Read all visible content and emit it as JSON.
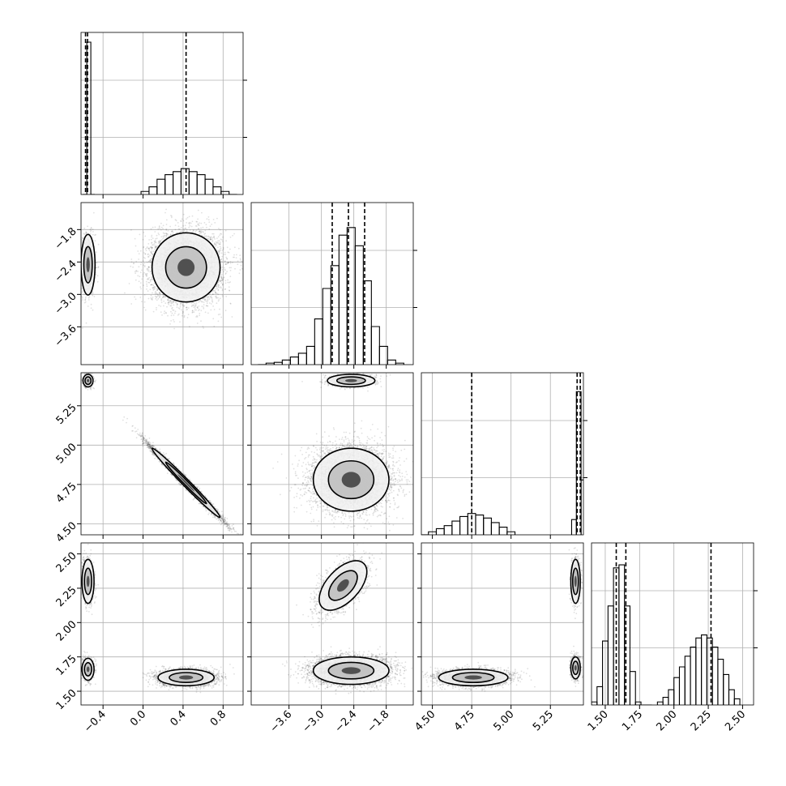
{
  "chart_data": {
    "type": "corner",
    "title": "",
    "grid": true,
    "n_params": 4,
    "colors": {
      "ink": "#000000",
      "grid": "#b0b0b0",
      "fill_light": "#f2f2f2",
      "fill_mid": "#bdbdbd",
      "fill_dark": "#3c3c3c"
    },
    "params": [
      {
        "range": [
          -0.62,
          1.0
        ],
        "ticks": [
          -0.4,
          0.0,
          0.4,
          0.8
        ],
        "tick_labels": [
          "−0.4",
          "0.0",
          "0.4",
          "0.8"
        ],
        "quantile_lines": [
          -0.575,
          -0.555,
          0.43
        ]
      },
      {
        "range": [
          -4.3,
          -1.3
        ],
        "ticks": [
          -3.6,
          -3.0,
          -2.4,
          -1.8
        ],
        "tick_labels": [
          "−3.6",
          "−3.0",
          "−2.4",
          "−1.8"
        ],
        "quantile_lines": [
          -2.8,
          -2.5,
          -2.2
        ]
      },
      {
        "range": [
          4.43,
          5.46
        ],
        "ticks": [
          4.5,
          4.75,
          5.0,
          5.25
        ],
        "tick_labels": [
          "4.50",
          "4.75",
          "5.00",
          "5.25"
        ],
        "quantile_lines": [
          4.75,
          5.42,
          5.44
        ]
      },
      {
        "range": [
          1.4,
          2.58
        ],
        "ticks": [
          1.5,
          1.75,
          2.0,
          2.25,
          2.5
        ],
        "tick_labels": [
          "1.50",
          "1.75",
          "2.00",
          "2.25",
          "2.50"
        ],
        "quantile_lines": [
          1.58,
          1.65,
          2.27
        ]
      }
    ],
    "histograms": [
      {
        "param": 0,
        "ymax": 1.0,
        "bins": [
          {
            "x": -0.582,
            "c": 0.0
          },
          {
            "x": -0.542,
            "c": 1.0
          },
          {
            "x": -0.502,
            "c": 0.0
          },
          {
            "x": 0.02,
            "c": 0.02
          },
          {
            "x": 0.1,
            "c": 0.05
          },
          {
            "x": 0.18,
            "c": 0.1
          },
          {
            "x": 0.26,
            "c": 0.13
          },
          {
            "x": 0.34,
            "c": 0.15
          },
          {
            "x": 0.42,
            "c": 0.17
          },
          {
            "x": 0.5,
            "c": 0.15
          },
          {
            "x": 0.58,
            "c": 0.13
          },
          {
            "x": 0.66,
            "c": 0.1
          },
          {
            "x": 0.74,
            "c": 0.05
          },
          {
            "x": 0.82,
            "c": 0.02
          },
          {
            "x": 0.9,
            "c": 0.0
          }
        ]
      },
      {
        "param": 1,
        "ymax": 1.0,
        "bins": [
          {
            "x": -4.1,
            "c": 0.0
          },
          {
            "x": -3.95,
            "c": 0.01
          },
          {
            "x": -3.8,
            "c": 0.015
          },
          {
            "x": -3.65,
            "c": 0.03
          },
          {
            "x": -3.5,
            "c": 0.05
          },
          {
            "x": -3.35,
            "c": 0.075
          },
          {
            "x": -3.2,
            "c": 0.12
          },
          {
            "x": -3.05,
            "c": 0.3
          },
          {
            "x": -2.9,
            "c": 0.5
          },
          {
            "x": -2.75,
            "c": 0.65
          },
          {
            "x": -2.6,
            "c": 0.85
          },
          {
            "x": -2.45,
            "c": 0.9
          },
          {
            "x": -2.3,
            "c": 0.78
          },
          {
            "x": -2.15,
            "c": 0.55
          },
          {
            "x": -2.0,
            "c": 0.25
          },
          {
            "x": -1.85,
            "c": 0.12
          },
          {
            "x": -1.7,
            "c": 0.03
          },
          {
            "x": -1.55,
            "c": 0.01
          }
        ]
      },
      {
        "param": 2,
        "ymax": 1.0,
        "bins": [
          {
            "x": 4.45,
            "c": 0.0
          },
          {
            "x": 4.5,
            "c": 0.02
          },
          {
            "x": 4.55,
            "c": 0.04
          },
          {
            "x": 4.6,
            "c": 0.06
          },
          {
            "x": 4.65,
            "c": 0.09
          },
          {
            "x": 4.7,
            "c": 0.12
          },
          {
            "x": 4.75,
            "c": 0.14
          },
          {
            "x": 4.8,
            "c": 0.13
          },
          {
            "x": 4.85,
            "c": 0.11
          },
          {
            "x": 4.9,
            "c": 0.08
          },
          {
            "x": 4.95,
            "c": 0.05
          },
          {
            "x": 5.0,
            "c": 0.02
          },
          {
            "x": 5.4,
            "c": 0.1
          },
          {
            "x": 5.43,
            "c": 0.94
          },
          {
            "x": 5.46,
            "c": 0.36
          }
        ]
      },
      {
        "param": 3,
        "ymax": 1.0,
        "bins": [
          {
            "x": 1.42,
            "c": 0.02
          },
          {
            "x": 1.46,
            "c": 0.12
          },
          {
            "x": 1.5,
            "c": 0.42
          },
          {
            "x": 1.54,
            "c": 0.65
          },
          {
            "x": 1.58,
            "c": 0.9
          },
          {
            "x": 1.62,
            "c": 0.92
          },
          {
            "x": 1.66,
            "c": 0.65
          },
          {
            "x": 1.7,
            "c": 0.22
          },
          {
            "x": 1.74,
            "c": 0.02
          },
          {
            "x": 1.78,
            "c": 0.0
          },
          {
            "x": 1.9,
            "c": 0.02
          },
          {
            "x": 1.94,
            "c": 0.05
          },
          {
            "x": 1.98,
            "c": 0.1
          },
          {
            "x": 2.02,
            "c": 0.18
          },
          {
            "x": 2.06,
            "c": 0.25
          },
          {
            "x": 2.1,
            "c": 0.32
          },
          {
            "x": 2.14,
            "c": 0.38
          },
          {
            "x": 2.18,
            "c": 0.44
          },
          {
            "x": 2.22,
            "c": 0.46
          },
          {
            "x": 2.26,
            "c": 0.44
          },
          {
            "x": 2.3,
            "c": 0.38
          },
          {
            "x": 2.34,
            "c": 0.3
          },
          {
            "x": 2.38,
            "c": 0.2
          },
          {
            "x": 2.42,
            "c": 0.1
          },
          {
            "x": 2.46,
            "c": 0.04
          }
        ]
      }
    ],
    "pairs": [
      {
        "x": 0,
        "y": 1,
        "clusters": [
          {
            "cx": -0.55,
            "cy": -2.45,
            "sx": 0.035,
            "sy": 0.28,
            "rho": 0.0,
            "n": 1200
          },
          {
            "cx": 0.43,
            "cy": -2.5,
            "sx": 0.17,
            "sy": 0.32,
            "rho": 0.0,
            "n": 6000
          }
        ]
      },
      {
        "x": 0,
        "y": 2,
        "clusters": [
          {
            "cx": -0.55,
            "cy": 5.41,
            "sx": 0.025,
            "sy": 0.02,
            "rho": 0.0,
            "n": 600
          },
          {
            "cx": 0.43,
            "cy": 4.76,
            "sx": 0.17,
            "sy": 0.11,
            "rho": -0.99,
            "n": 5000
          }
        ]
      },
      {
        "x": 0,
        "y": 3,
        "clusters": [
          {
            "cx": -0.55,
            "cy": 2.3,
            "sx": 0.03,
            "sy": 0.08,
            "rho": 0.0,
            "n": 900
          },
          {
            "cx": -0.55,
            "cy": 1.66,
            "sx": 0.03,
            "sy": 0.04,
            "rho": 0.0,
            "n": 700
          },
          {
            "cx": 0.43,
            "cy": 1.6,
            "sx": 0.14,
            "sy": 0.03,
            "rho": 0.0,
            "n": 3500
          }
        ]
      },
      {
        "x": 1,
        "y": 2,
        "clusters": [
          {
            "cx": -2.45,
            "cy": 5.41,
            "sx": 0.22,
            "sy": 0.02,
            "rho": 0.0,
            "n": 800
          },
          {
            "cx": -2.45,
            "cy": 4.78,
            "sx": 0.35,
            "sy": 0.1,
            "rho": 0.0,
            "n": 6000
          }
        ]
      },
      {
        "x": 1,
        "y": 3,
        "clusters": [
          {
            "cx": -2.6,
            "cy": 2.27,
            "sx": 0.22,
            "sy": 0.09,
            "rho": 0.55,
            "n": 2200
          },
          {
            "cx": -2.45,
            "cy": 1.65,
            "sx": 0.35,
            "sy": 0.05,
            "rho": 0.0,
            "n": 5000
          }
        ]
      },
      {
        "x": 2,
        "y": 3,
        "clusters": [
          {
            "cx": 5.41,
            "cy": 2.3,
            "sx": 0.015,
            "sy": 0.08,
            "rho": 0.0,
            "n": 900
          },
          {
            "cx": 5.41,
            "cy": 1.67,
            "sx": 0.015,
            "sy": 0.04,
            "rho": 0.0,
            "n": 700
          },
          {
            "cx": 4.76,
            "cy": 1.6,
            "sx": 0.11,
            "sy": 0.03,
            "rho": 0.0,
            "n": 3500
          }
        ]
      }
    ]
  }
}
